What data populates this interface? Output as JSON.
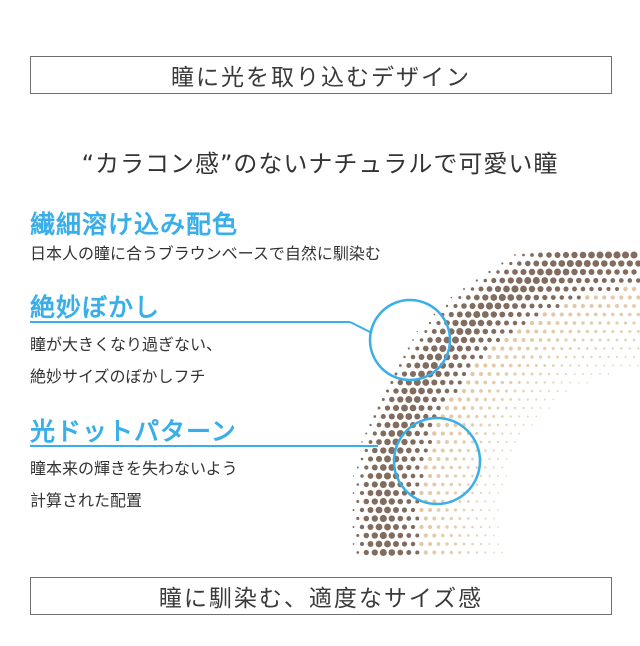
{
  "header": {
    "title": "瞳に光を取り込むデザイン"
  },
  "tagline": "“カラコン感”のないナチュラルで可愛い瞳",
  "features": [
    {
      "title": "繊細溶け込み配色",
      "description_lines": [
        "日本人の瞳に合うブラウンベースで自然に馴染む"
      ]
    },
    {
      "title": "絶妙ぼかし",
      "description_lines": [
        "瞳が大きくなり過ぎない、",
        "絶妙サイズのぼかしフチ"
      ]
    },
    {
      "title": "光ドットパターン",
      "description_lines": [
        "瞳本来の輝きを失わないよう",
        "計算された配置"
      ]
    }
  ],
  "footer": {
    "title": "瞳に馴染む、適度なサイズ感"
  },
  "colors": {
    "accent": "#3aaee8",
    "dot_dark": "#6b5244",
    "dot_light": "#d8b88c",
    "frame": "#6f6f6f"
  }
}
